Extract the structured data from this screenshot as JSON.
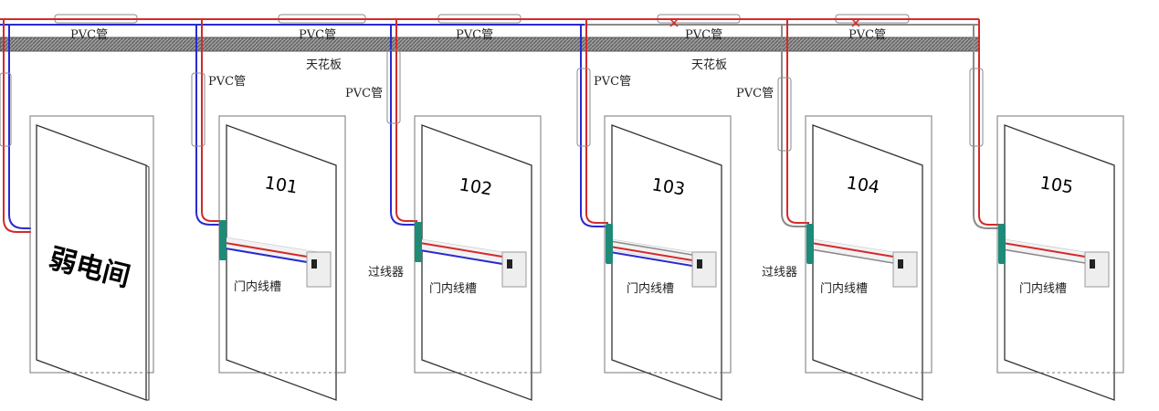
{
  "ceiling_label": "天花板",
  "pvc_label": "PVC管",
  "connector_label": "过线器",
  "door_channel_label": "门内线槽",
  "weak_room_label": "弱电间",
  "rooms": [
    {
      "number": "101"
    },
    {
      "number": "102"
    },
    {
      "number": "103"
    },
    {
      "number": "104"
    },
    {
      "number": "105"
    }
  ],
  "colors": {
    "red_wire": "#d42a2a",
    "blue_wire": "#2a2ad0",
    "gray_wire": "#8a8a8a",
    "connector": "#1e8a78",
    "ceiling": "#8c8c8c"
  }
}
